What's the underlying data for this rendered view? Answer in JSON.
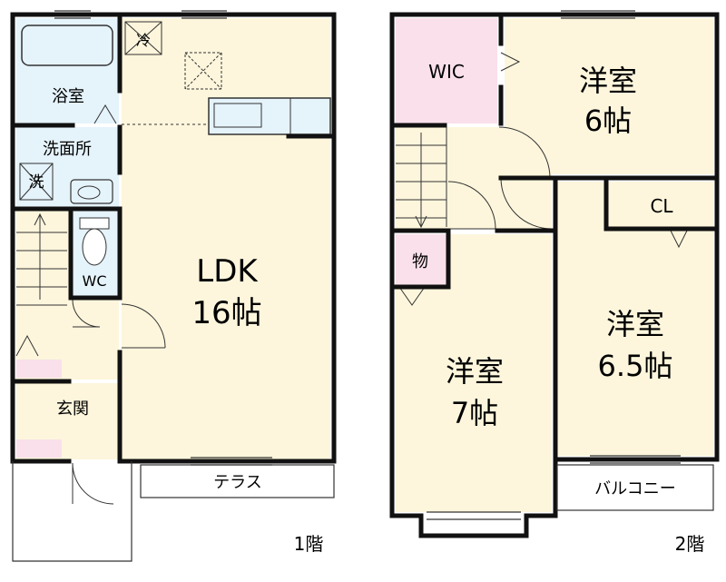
{
  "floor1": {
    "bath_label": "浴室",
    "washroom_label": "洗面所",
    "fridge_label": "冷",
    "washer_label": "洗",
    "wc_label": "WC",
    "ldk_label": "LDK",
    "ldk_size": "16帖",
    "entrance_label": "玄関",
    "terrace_label": "テラス",
    "floor_label": "1階"
  },
  "floor2": {
    "wic_label": "WIC",
    "room_a_label": "洋室",
    "room_a_size": "6帖",
    "cl_label": "CL",
    "storage_label": "物",
    "room_b_label": "洋室",
    "room_b_size": "7帖",
    "room_c_label": "洋室",
    "room_c_size": "6.5帖",
    "balcony_label": "バルコニー",
    "floor_label": "2階"
  },
  "colors": {
    "room_fill": "#fdf6dc",
    "wet_fill": "#e5f3fb",
    "closet_fill": "#f9e0ea",
    "wall": "#111111"
  }
}
